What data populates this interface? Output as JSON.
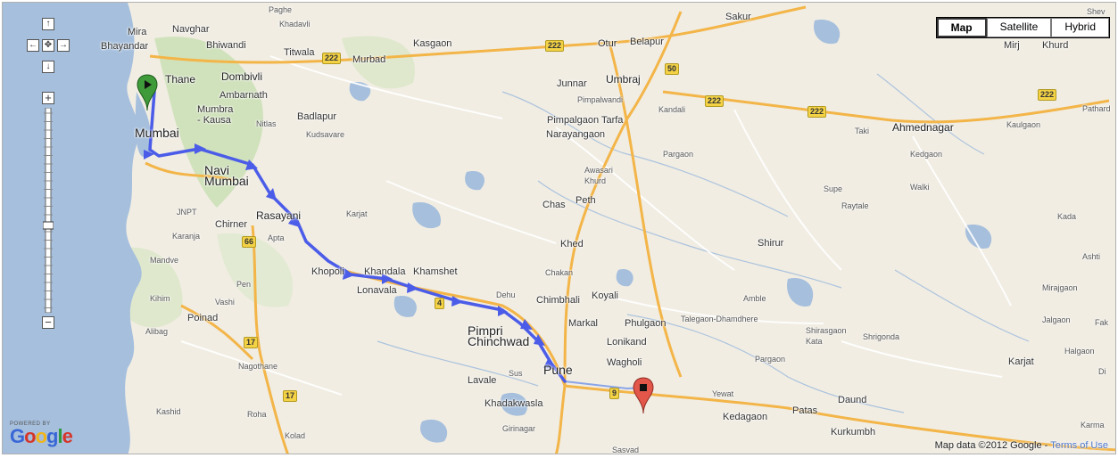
{
  "map_types": {
    "map": "Map",
    "satellite": "Satellite",
    "hybrid": "Hybrid",
    "active": "map"
  },
  "controls": {
    "pan_up": "↑",
    "pan_down": "↓",
    "pan_left": "←",
    "pan_right": "→",
    "zoom_in": "+",
    "zoom_out": "−"
  },
  "branding": {
    "powered_by": "POWERED BY",
    "logo_text": "Google",
    "copyright_text": "Map data ©2012 Google - ",
    "terms_link": "Terms of Use"
  },
  "markers": {
    "start": "start-marker-green",
    "end": "end-marker-red"
  },
  "colors": {
    "route": "#4b5ce8",
    "water": "#a5bfdd",
    "land": "#f1ede3",
    "green": "#c8dfb0",
    "highway": "#f3b548",
    "shield": "#f3d246"
  },
  "places": [
    {
      "id": "paghe",
      "label": "Paghe"
    },
    {
      "id": "khadavli",
      "label": "Khadavli"
    },
    {
      "id": "sakur",
      "label": "Sakur"
    },
    {
      "id": "shev",
      "label": "Shev"
    },
    {
      "id": "mira",
      "label": "Mira"
    },
    {
      "id": "navghar",
      "label": "Navghar"
    },
    {
      "id": "bhayandar",
      "label": "Bhayandar"
    },
    {
      "id": "bhiwandi",
      "label": "Bhiwandi"
    },
    {
      "id": "titwala",
      "label": "Titwala"
    },
    {
      "id": "murbad",
      "label": "Murbad"
    },
    {
      "id": "kasgaon",
      "label": "Kasgaon"
    },
    {
      "id": "otur",
      "label": "Otur"
    },
    {
      "id": "belapur",
      "label": "Belapur"
    },
    {
      "id": "mirj",
      "label": "Mirj"
    },
    {
      "id": "khurd_top",
      "label": "Khurd"
    },
    {
      "id": "thane",
      "label": "Thane"
    },
    {
      "id": "dombivli",
      "label": "Dombivli"
    },
    {
      "id": "junnar",
      "label": "Junnar"
    },
    {
      "id": "umbraj",
      "label": "Umbraj"
    },
    {
      "id": "pimpalwandi",
      "label": "Pimpalwandi"
    },
    {
      "id": "ambarnath",
      "label": "Ambarnath"
    },
    {
      "id": "mumbra",
      "label": "Mumbra\n- Kausa"
    },
    {
      "id": "nitlas",
      "label": "Nitlas"
    },
    {
      "id": "badlapur",
      "label": "Badlapur"
    },
    {
      "id": "kudsavare",
      "label": "Kudsavare"
    },
    {
      "id": "kandali",
      "label": "Kandali"
    },
    {
      "id": "pimpalgaon",
      "label": "Pimpalgaon Tarfa"
    },
    {
      "id": "narayangaon",
      "label": "Narayangaon"
    },
    {
      "id": "taki",
      "label": "Taki"
    },
    {
      "id": "ahmednagar",
      "label": "Ahmednagar"
    },
    {
      "id": "kaulgaon",
      "label": "Kaulgaon"
    },
    {
      "id": "pathard",
      "label": "Pathard"
    },
    {
      "id": "mumbai",
      "label": "Mumbai"
    },
    {
      "id": "pargaon_top",
      "label": "Pargaon"
    },
    {
      "id": "kedgaon_top",
      "label": "Kedgaon"
    },
    {
      "id": "navi_mumbai",
      "label": "Navi\nMumbai"
    },
    {
      "id": "awasari",
      "label": "Awasari\nKhurd"
    },
    {
      "id": "supe",
      "label": "Supe"
    },
    {
      "id": "walki",
      "label": "Walki"
    },
    {
      "id": "raytale",
      "label": "Raytale"
    },
    {
      "id": "jnpt",
      "label": "JNPT"
    },
    {
      "id": "chirner",
      "label": "Chirner"
    },
    {
      "id": "rasayani",
      "label": "Rasayani"
    },
    {
      "id": "karjat",
      "label": "Karjat"
    },
    {
      "id": "chas",
      "label": "Chas"
    },
    {
      "id": "peth",
      "label": "Peth"
    },
    {
      "id": "kada",
      "label": "Kada"
    },
    {
      "id": "karanja",
      "label": "Karanja"
    },
    {
      "id": "apta",
      "label": "Apta"
    },
    {
      "id": "khed",
      "label": "Khed"
    },
    {
      "id": "shirur",
      "label": "Shirur"
    },
    {
      "id": "ashti",
      "label": "Ashti"
    },
    {
      "id": "mandve",
      "label": "Mandve"
    },
    {
      "id": "khopoli",
      "label": "Khopoli"
    },
    {
      "id": "khandala",
      "label": "Khandala"
    },
    {
      "id": "khamshet",
      "label": "Khamshet"
    },
    {
      "id": "chakan",
      "label": "Chakan"
    },
    {
      "id": "pen",
      "label": "Pen"
    },
    {
      "id": "lonavala",
      "label": "Lonavala"
    },
    {
      "id": "kihim",
      "label": "Kihim"
    },
    {
      "id": "vashi",
      "label": "Vashi"
    },
    {
      "id": "dehu",
      "label": "Dehu"
    },
    {
      "id": "chimbhali",
      "label": "Chimbhali"
    },
    {
      "id": "koyali",
      "label": "Koyali"
    },
    {
      "id": "amble",
      "label": "Amble"
    },
    {
      "id": "mirajgaon",
      "label": "Mirajgaon"
    },
    {
      "id": "poinad",
      "label": "Poinad"
    },
    {
      "id": "markal",
      "label": "Markal"
    },
    {
      "id": "phulgaon",
      "label": "Phulgaon"
    },
    {
      "id": "talegaon",
      "label": "Talegaon-Dhamdhere"
    },
    {
      "id": "jalgaon",
      "label": "Jalgaon"
    },
    {
      "id": "fak",
      "label": "Fak"
    },
    {
      "id": "alibag",
      "label": "Alibag"
    },
    {
      "id": "pimpri",
      "label": "Pimpri\nChinchwad"
    },
    {
      "id": "lonikand",
      "label": "Lonikand"
    },
    {
      "id": "shirasgaon",
      "label": "Shirasgaon\nKata"
    },
    {
      "id": "shrigonda",
      "label": "Shrigonda"
    },
    {
      "id": "halgaon",
      "label": "Halgaon"
    },
    {
      "id": "nagothane",
      "label": "Nagothane"
    },
    {
      "id": "wagholi",
      "label": "Wagholi"
    },
    {
      "id": "pargaon_mid",
      "label": "Pargaon"
    },
    {
      "id": "karjat2",
      "label": "Karjat"
    },
    {
      "id": "di",
      "label": "Di"
    },
    {
      "id": "sus",
      "label": "Sus"
    },
    {
      "id": "pune",
      "label": "Pune"
    },
    {
      "id": "lavale",
      "label": "Lavale"
    },
    {
      "id": "yewat",
      "label": "Yewat"
    },
    {
      "id": "daund",
      "label": "Daund"
    },
    {
      "id": "khadakwasla",
      "label": "Khadakwasla"
    },
    {
      "id": "kedagaon",
      "label": "Kedagaon"
    },
    {
      "id": "patas",
      "label": "Patas"
    },
    {
      "id": "kashid",
      "label": "Kashid"
    },
    {
      "id": "roha",
      "label": "Roha"
    },
    {
      "id": "girinagar",
      "label": "Girinagar"
    },
    {
      "id": "kurkumbh",
      "label": "Kurkumbh"
    },
    {
      "id": "karmala",
      "label": "Karma"
    },
    {
      "id": "kolad",
      "label": "Kolad"
    },
    {
      "id": "saswad",
      "label": "Sasvad"
    }
  ],
  "shields": [
    {
      "id": "s222a",
      "label": "222"
    },
    {
      "id": "s222b",
      "label": "222"
    },
    {
      "id": "s50",
      "label": "50"
    },
    {
      "id": "s222c",
      "label": "222"
    },
    {
      "id": "s222d",
      "label": "222"
    },
    {
      "id": "s222e",
      "label": "222"
    },
    {
      "id": "s66",
      "label": "66"
    },
    {
      "id": "s4",
      "label": "4"
    },
    {
      "id": "s17a",
      "label": "17"
    },
    {
      "id": "s17b",
      "label": "17"
    },
    {
      "id": "s9",
      "label": "9"
    }
  ]
}
